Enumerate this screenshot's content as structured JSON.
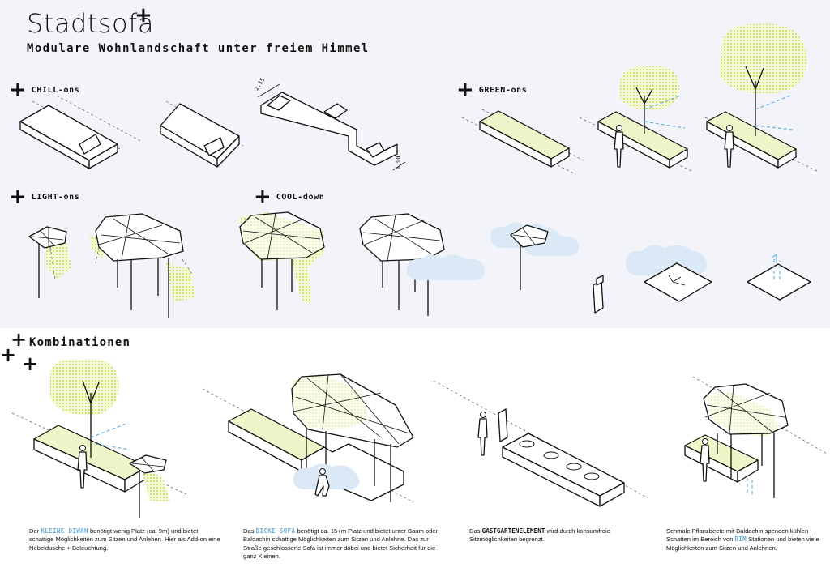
{
  "header": {
    "title": "Stadtsofa",
    "title_plus": "+",
    "subtitle": "Modulare Wohnlandschaft unter freiem Himmel"
  },
  "sections": {
    "chill": "CHILL-ons",
    "green": "GREEN-ons",
    "light": "LIGHT-ons",
    "cool": "COOL-down",
    "plus_symbol": "+"
  },
  "dimensions": {
    "width_label": "2.15",
    "depth_label": "1.90"
  },
  "combinations": {
    "label": "Kombinationen",
    "captions": [
      {
        "pre": "Der ",
        "highlight": "KLEINE DIWAN",
        "post": " benötigt wenig Platz (ca. 9m) und bietet schattige Möglichkeiten zum Sitzen und Anlehen. Hier als Add-on eine Nebeldusche + Beleuchtung."
      },
      {
        "pre": "Das ",
        "highlight": "DICKE SOFA",
        "post": "  benötigt ca. 15+m Platz und bietet unter Baum oder Baldachin schattige Möglichkeiten zum Sitzen und Anlehne. Das zur Straße geschlossene Sofa ist immer dabei und bietet Sicherheit für die ganz Kleinen."
      },
      {
        "pre": "Das ",
        "highlight": "GASTGARTENELEMENT",
        "post": " wird durch konsumfreie Sitzmöglichkeiten begrenzt."
      },
      {
        "pre": "Schmale Pflanzbeete mit Baldachin spenden kühlen Schatten im Bereich von ",
        "highlight": "BIM",
        "post": " Stationen und bieten viele Möglichkeiten zum Sitzen und Anlehnen."
      }
    ]
  },
  "colors": {
    "top_panel_bg": "#f3f4f9",
    "accent_green": "#d6e86a",
    "accent_blue": "#6ab0dc",
    "line": "#111111"
  },
  "icons": [
    "plus-icon",
    "tree-icon",
    "person-icon",
    "canopy-icon",
    "mist-cloud-icon",
    "mist-shower-icon"
  ]
}
